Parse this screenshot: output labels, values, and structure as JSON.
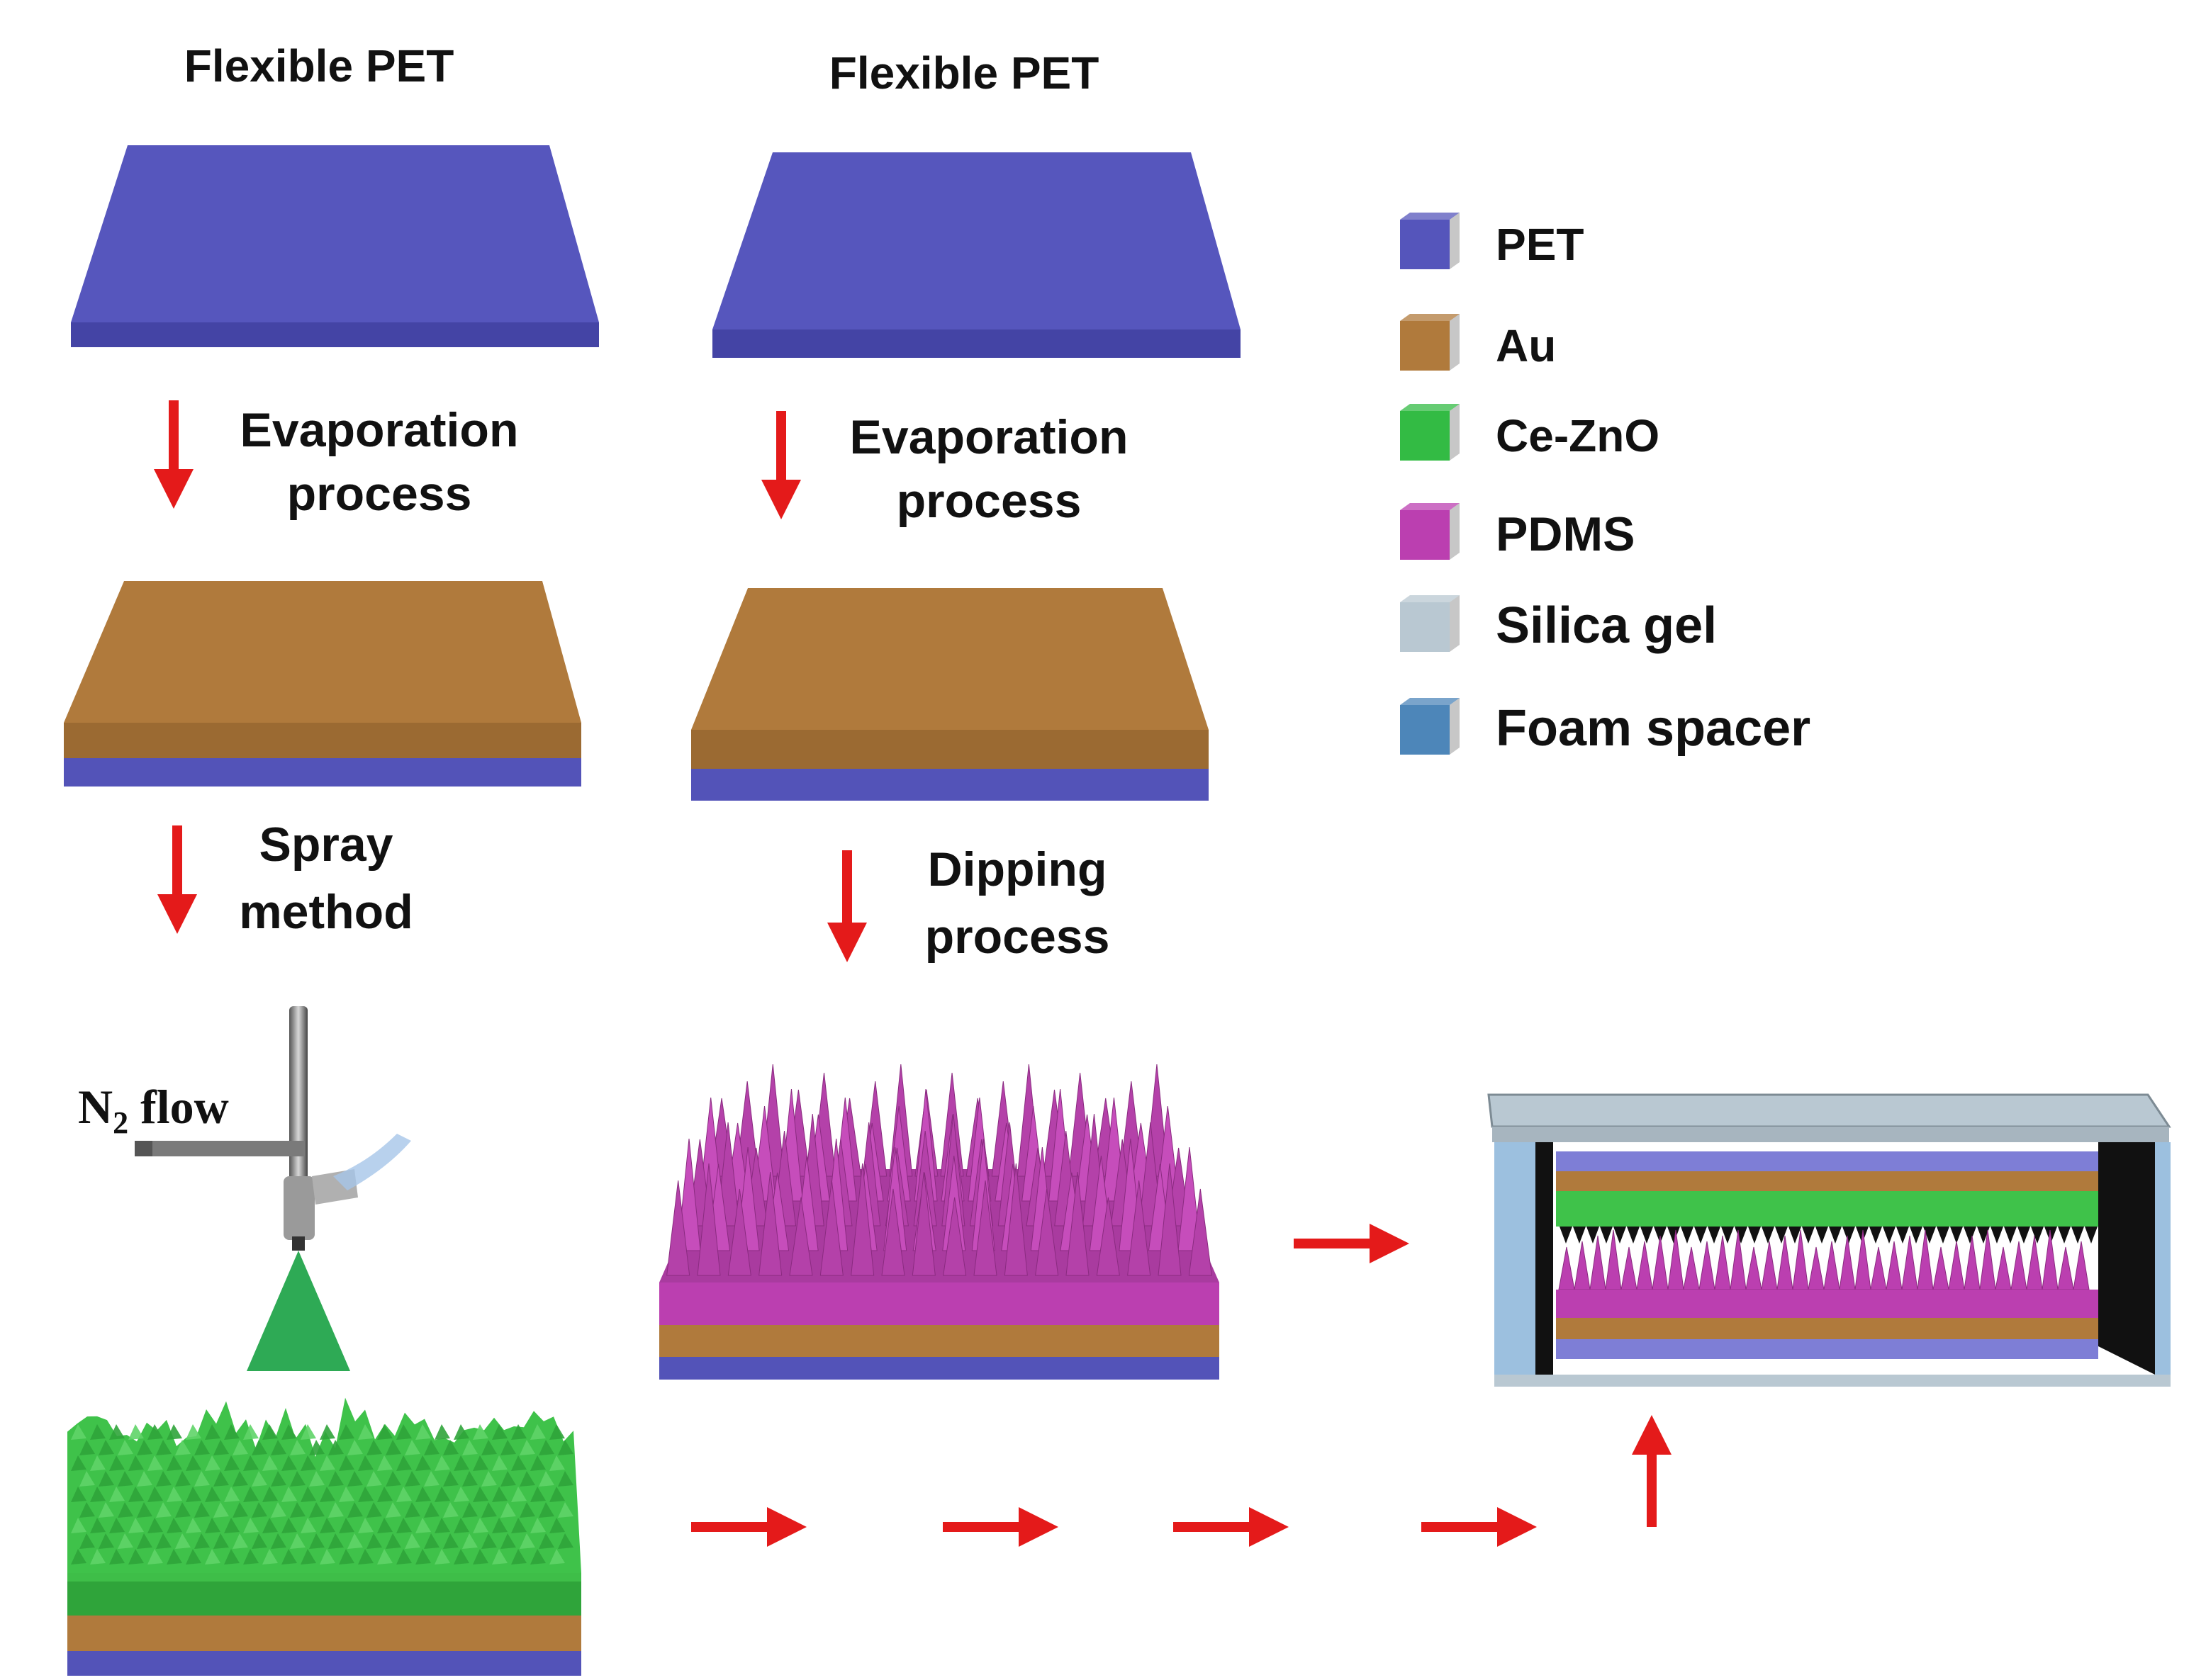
{
  "columns": [
    {
      "title": "Flexible PET",
      "steps": [
        {
          "line1": "Evaporation",
          "line2": "process"
        },
        {
          "line1": "Spray",
          "line2": "method"
        }
      ]
    },
    {
      "title": "Flexible PET",
      "steps": [
        {
          "line1": "Evaporation",
          "line2": "process"
        },
        {
          "line1": "Dipping",
          "line2": "process"
        }
      ]
    }
  ],
  "spray": {
    "label_main": "N",
    "label_sub": "2",
    "label_tail": " flow"
  },
  "legend": [
    {
      "label": "PET",
      "color": "#5555bb"
    },
    {
      "label": "Au",
      "color": "#b07a3c"
    },
    {
      "label": "Ce-ZnO",
      "color": "#33bb44"
    },
    {
      "label": "PDMS",
      "color": "#bb3fb0"
    },
    {
      "label": "Silica gel",
      "color": "#b9c8d2"
    },
    {
      "label": "Foam spacer",
      "color": "#4d86b9"
    }
  ],
  "colors": {
    "pet": "#5555bb",
    "au": "#b07a3c",
    "ce_zno": "#33bb44",
    "pdms": "#bb3fb0",
    "silica_gel": "#b9c8d2",
    "foam_spacer": "#4d86b9",
    "arrow": "#e41a1a"
  },
  "icons": {
    "step_arrow": "red-arrow",
    "spray_gun": "spray-gun-icon"
  }
}
